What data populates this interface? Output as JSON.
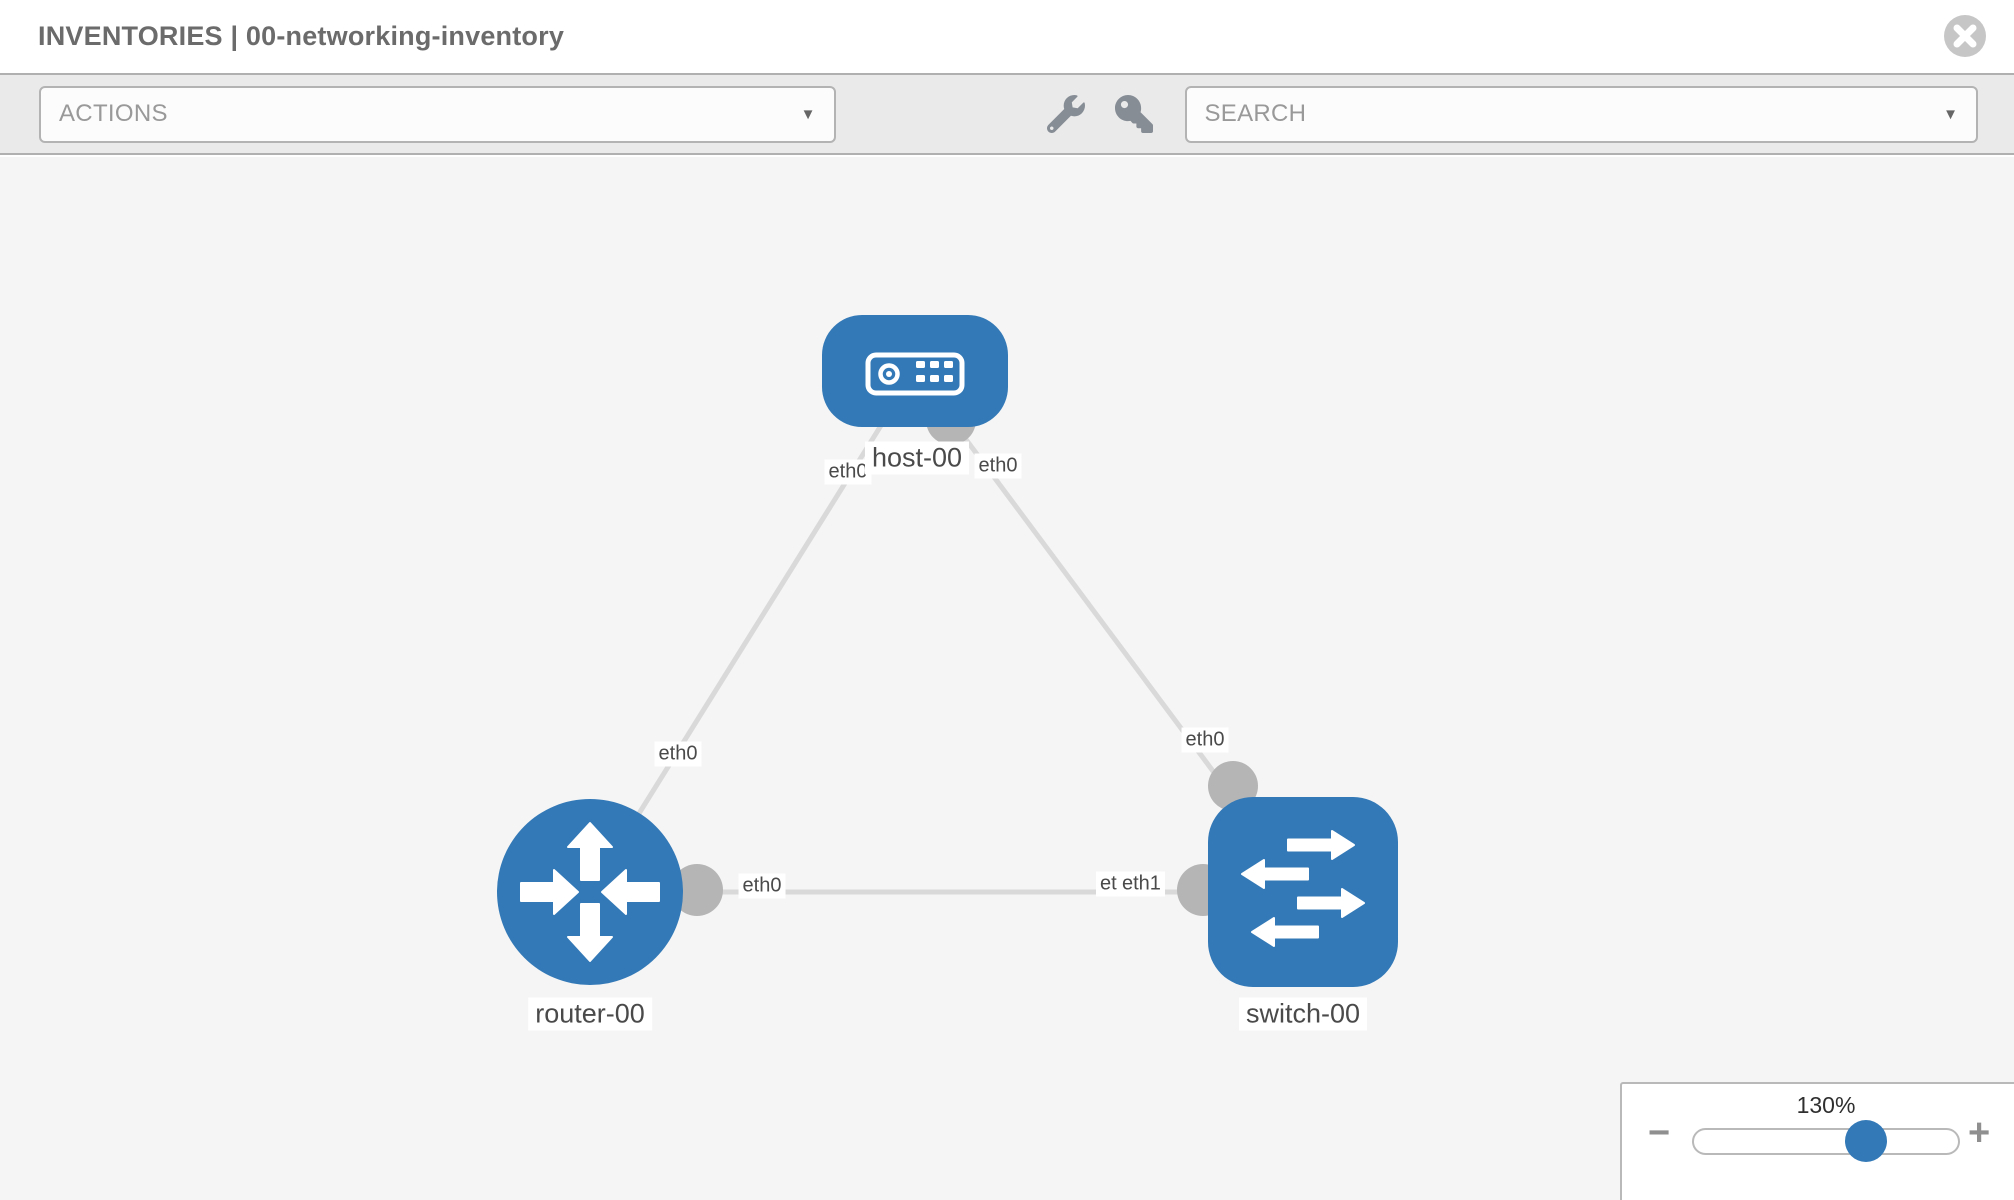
{
  "header": {
    "title": "INVENTORIES | 00-networking-inventory"
  },
  "toolbar": {
    "actions_label": "ACTIONS",
    "search_placeholder": "SEARCH"
  },
  "icons": {
    "caret": "▼",
    "minus": "−",
    "plus": "+"
  },
  "topology": {
    "nodes": [
      {
        "id": "host-00",
        "type": "host",
        "label": "host-00"
      },
      {
        "id": "router-00",
        "type": "router",
        "label": "router-00"
      },
      {
        "id": "switch-00",
        "type": "switch",
        "label": "switch-00"
      }
    ],
    "links": [
      {
        "source": "host-00",
        "target": "router-00",
        "source_interface": "eth0",
        "target_interface": "eth0"
      },
      {
        "source": "host-00",
        "target": "switch-00",
        "source_interface": "eth0",
        "target_interface": "eth0"
      },
      {
        "source": "router-00",
        "target": "switch-00",
        "source_interface": "eth0",
        "target_interface": "eth1"
      }
    ],
    "overlapped_interface_label": "eth0"
  },
  "zoom": {
    "level": "130%"
  },
  "colors": {
    "node_blue": "#3379b7",
    "endpoint_gray": "#b5b5b5",
    "link_gray": "#d9d9d9",
    "canvas_bg": "#f5f5f5",
    "toolbar_bg": "#eaeaea"
  }
}
